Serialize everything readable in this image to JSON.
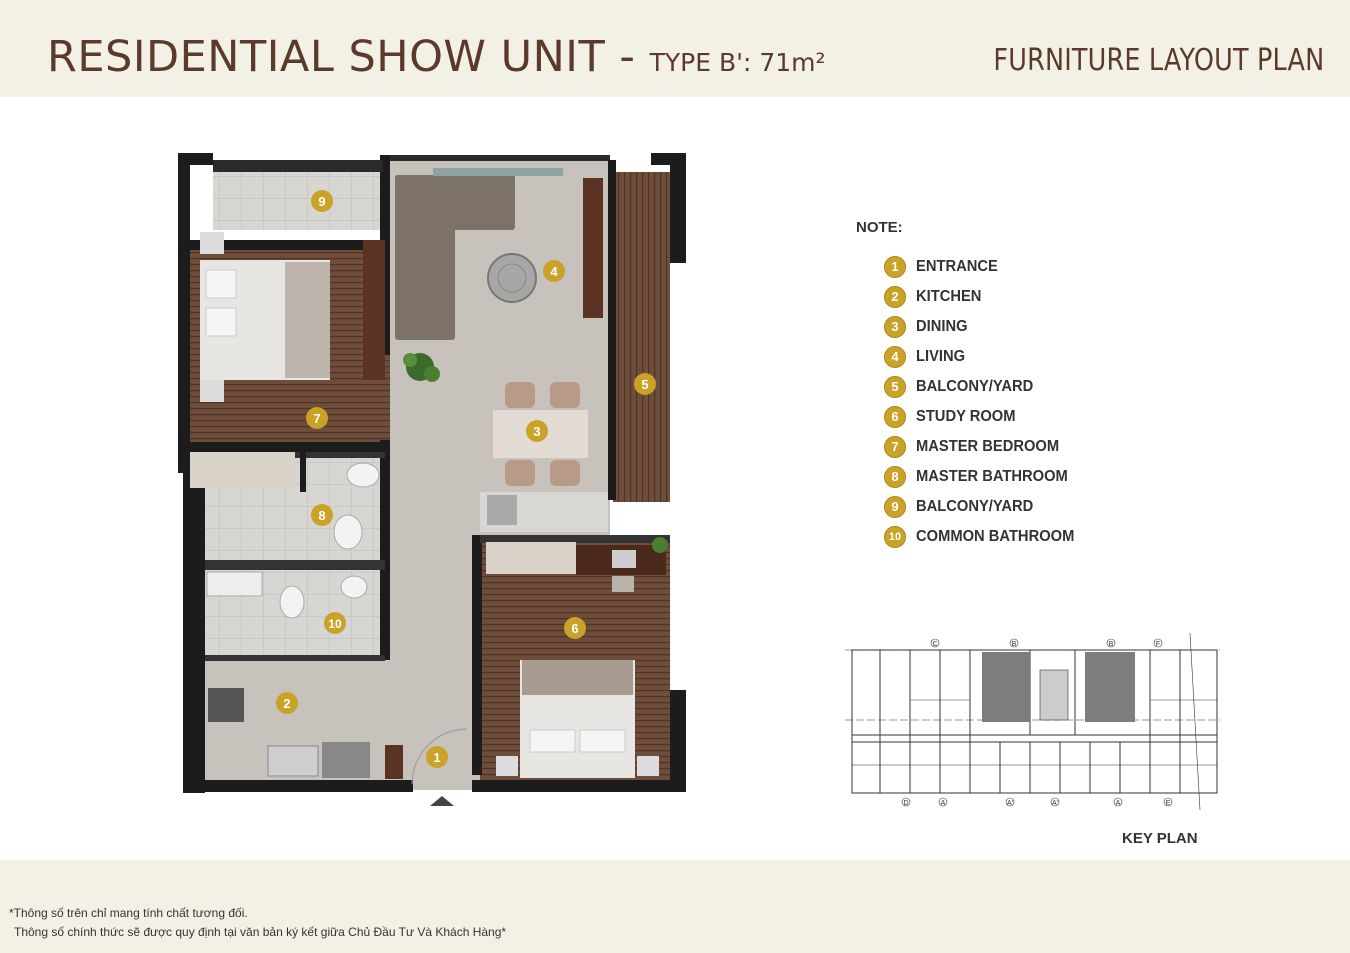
{
  "header": {
    "title": "RESIDENTIAL SHOW UNIT",
    "separator": " - ",
    "type_label": "TYPE B': 71m²",
    "right_title": "FURNITURE LAYOUT  PLAN"
  },
  "plan": {
    "rooms": [
      {
        "num": "1"
      },
      {
        "num": "2"
      },
      {
        "num": "3"
      },
      {
        "num": "4"
      },
      {
        "num": "5"
      },
      {
        "num": "6"
      },
      {
        "num": "7"
      },
      {
        "num": "8"
      },
      {
        "num": "9"
      },
      {
        "num": "10"
      }
    ]
  },
  "note": {
    "title": "NOTE:",
    "items": [
      {
        "num": "1",
        "label": "ENTRANCE"
      },
      {
        "num": "2",
        "label": "KITCHEN"
      },
      {
        "num": "3",
        "label": "DINING"
      },
      {
        "num": "4",
        "label": "LIVING"
      },
      {
        "num": "5",
        "label": "BALCONY/YARD"
      },
      {
        "num": "6",
        "label": "STUDY ROOM"
      },
      {
        "num": "7",
        "label": "MASTER BEDROOM"
      },
      {
        "num": "8",
        "label": "MASTER BATHROOM"
      },
      {
        "num": "9",
        "label": "BALCONY/YARD"
      },
      {
        "num": "10",
        "label": "COMMON BATHROOM"
      }
    ]
  },
  "key_plan": {
    "label": "KEY PLAN",
    "top_marks": [
      "C",
      "B",
      "B",
      "F"
    ],
    "bottom_marks": [
      "D",
      "A",
      "A'",
      "A'",
      "A",
      "E"
    ]
  },
  "footer": {
    "line1": "*Thông số trên chỉ mang tính chất tương đối.",
    "line2": "Thông số chính thức sẽ được quy định tại văn bản ký kết giữa Chủ Đầu Tư Và Khách Hàng*"
  },
  "colors": {
    "header_bg": "#f3f1e6",
    "title": "#5a3a2a",
    "badge": "#c9a227",
    "wood": "#6b4a38",
    "floor": "#c9c4be",
    "wall": "#1c1c1c"
  }
}
